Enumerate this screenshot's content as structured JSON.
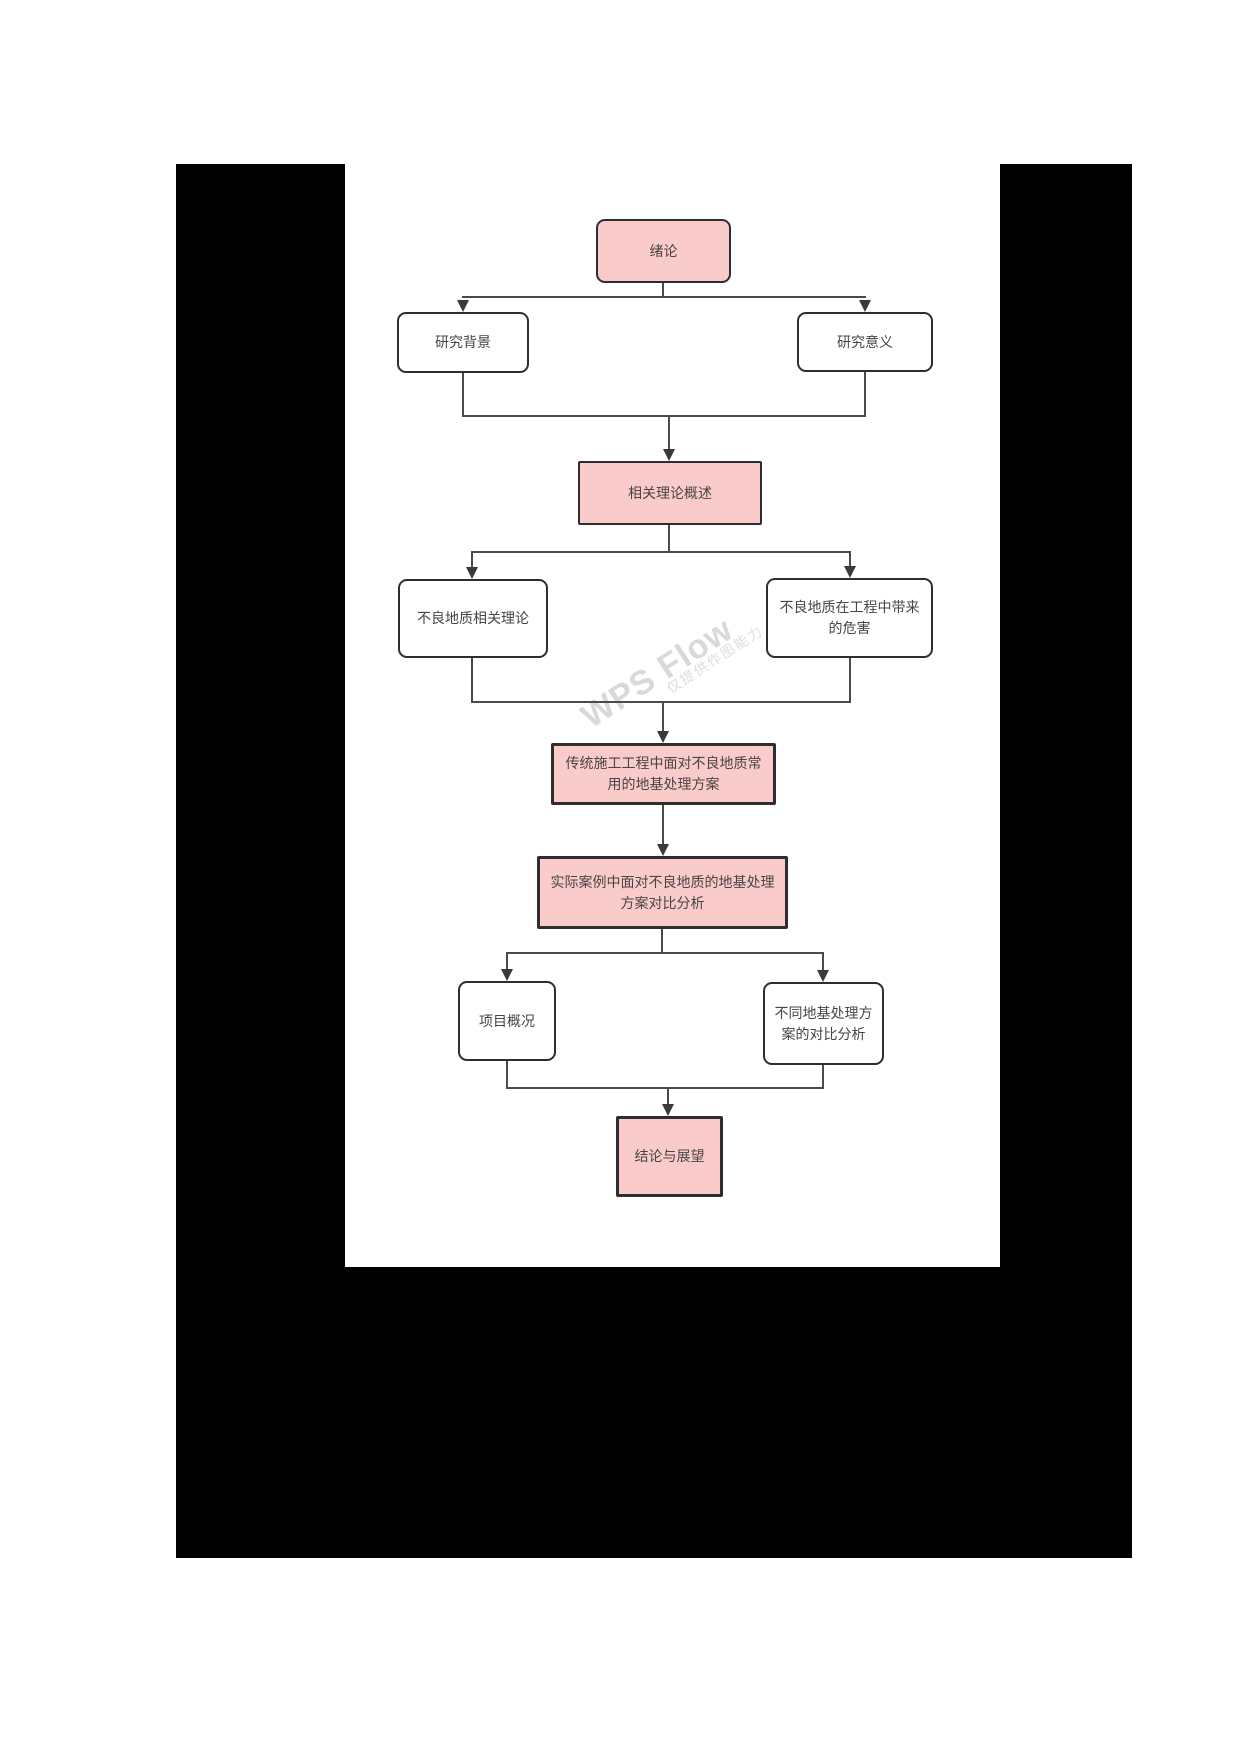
{
  "page": {
    "background": "#ffffff",
    "frame_color": "#000000",
    "paper_color": "#ffffff"
  },
  "watermark": {
    "brand": "WPS Flow",
    "note": "仅提供作图能力",
    "color": "#d9d9d9"
  },
  "diagram": {
    "type": "flowchart",
    "colors": {
      "highlight_fill": "#f9cbca",
      "plain_fill": "#ffffff",
      "node_border": "#2e2e2e",
      "connector": "#4a4a4a",
      "text": "#4a4444"
    },
    "nodes": [
      {
        "id": "intro",
        "label": "绪论",
        "style": "highlight"
      },
      {
        "id": "research-background",
        "label": "研究背景",
        "style": "plain"
      },
      {
        "id": "research-significance",
        "label": "研究意义",
        "style": "plain"
      },
      {
        "id": "theory-overview",
        "label": "相关理论概述",
        "style": "highlight"
      },
      {
        "id": "adverse-geology-theories",
        "label": "不良地质相关理论",
        "style": "plain"
      },
      {
        "id": "adverse-geology-hazards",
        "label": "不良地质在工程中带来的危害",
        "style": "plain"
      },
      {
        "id": "traditional-treatment-schemes",
        "label": "传统施工工程中面对不良地质常用的地基处理方案",
        "style": "highlight"
      },
      {
        "id": "case-comparative-analysis",
        "label": "实际案例中面对不良地质的地基处理方案对比分析",
        "style": "highlight"
      },
      {
        "id": "project-overview",
        "label": "项目概况",
        "style": "plain"
      },
      {
        "id": "scheme-comparison",
        "label": "不同地基处理方案的对比分析",
        "style": "plain"
      },
      {
        "id": "conclusion-outlook",
        "label": "结论与展望",
        "style": "highlight"
      }
    ],
    "edges": [
      [
        "intro",
        "research-background"
      ],
      [
        "intro",
        "research-significance"
      ],
      [
        "research-background",
        "theory-overview"
      ],
      [
        "research-significance",
        "theory-overview"
      ],
      [
        "theory-overview",
        "adverse-geology-theories"
      ],
      [
        "theory-overview",
        "adverse-geology-hazards"
      ],
      [
        "adverse-geology-theories",
        "traditional-treatment-schemes"
      ],
      [
        "adverse-geology-hazards",
        "traditional-treatment-schemes"
      ],
      [
        "traditional-treatment-schemes",
        "case-comparative-analysis"
      ],
      [
        "case-comparative-analysis",
        "project-overview"
      ],
      [
        "case-comparative-analysis",
        "scheme-comparison"
      ],
      [
        "project-overview",
        "conclusion-outlook"
      ],
      [
        "scheme-comparison",
        "conclusion-outlook"
      ]
    ]
  }
}
